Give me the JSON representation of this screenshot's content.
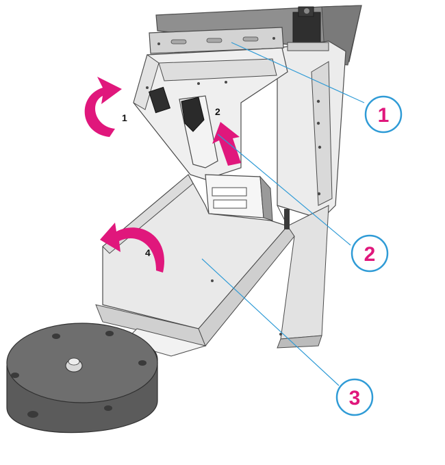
{
  "colors": {
    "accent_magenta": "#e0177c",
    "callout_blue": "#2f9bd6",
    "outline": "#4a4a4a",
    "panel_light": "#ececec",
    "panel_mid": "#d6d6d6",
    "panel_dark": "#9a9a9a",
    "base_dark": "#5b5b5b",
    "base_top": "#6e6e6e"
  },
  "step_arrows": [
    {
      "label": "1",
      "icon": "curved-arrow-rotate-icon"
    },
    {
      "label": "2",
      "icon": "straight-arrow-up-icon"
    },
    {
      "label": "4",
      "icon": "curved-arrow-rotate-icon"
    }
  ],
  "callouts": [
    {
      "label": "1"
    },
    {
      "label": "2"
    },
    {
      "label": "3"
    }
  ]
}
